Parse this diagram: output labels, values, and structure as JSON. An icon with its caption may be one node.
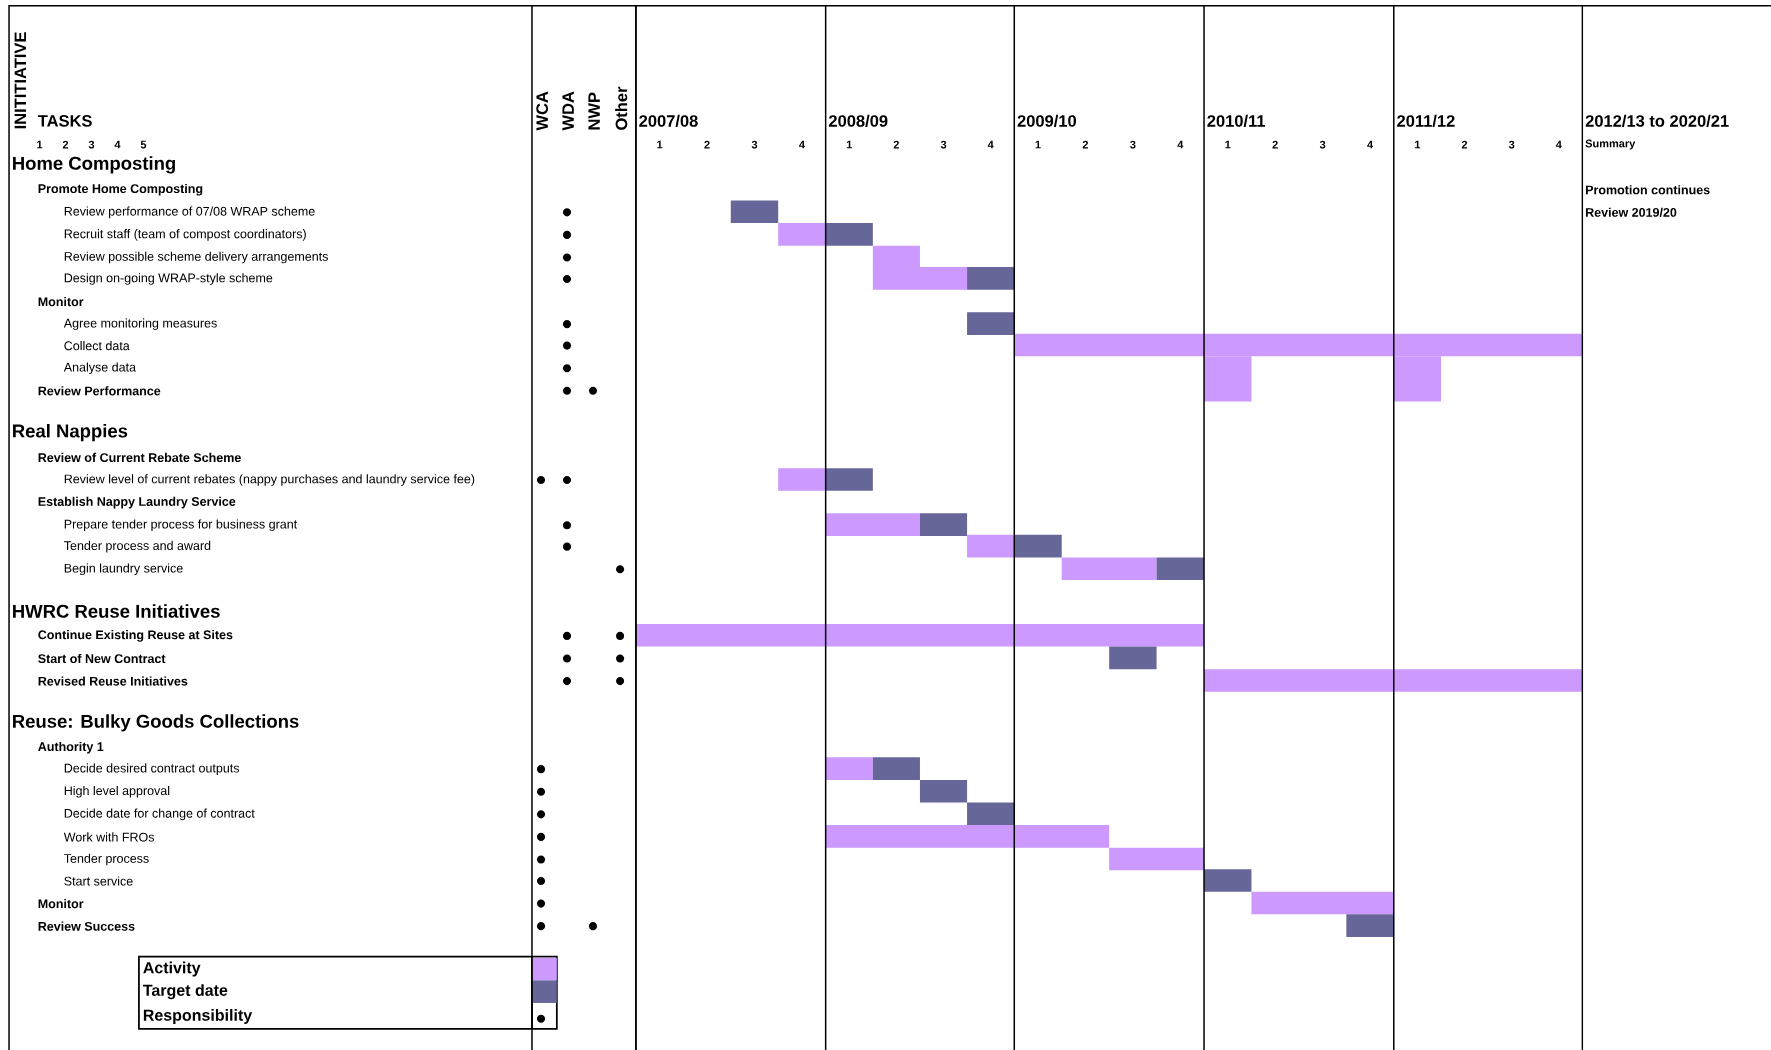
{
  "diagram": {
    "labels": [
      "INITITIATIVE",
      "TASKS",
      "1",
      "2",
      "3",
      "4",
      "5",
      "WCA",
      "WDA",
      "NWP",
      "Other",
      "2007/08",
      "1",
      "2",
      "3",
      "4",
      "2008/09",
      "1",
      "2",
      "3",
      "4",
      "2009/10",
      "1",
      "2",
      "3",
      "4",
      "2010/11",
      "1",
      "2",
      "3",
      "4",
      "2011/12",
      "1",
      "2",
      "3",
      "4",
      "2012/13 to 2020/21",
      "Summary",
      "Home Composting",
      "Promote Home Composting",
      "Promotion continues",
      "Review performance of 07/08 WRAP scheme",
      "Review 2019/20",
      "Recruit staff (team of compost coordinators)",
      "Review possible scheme delivery arrangements",
      "Design on-going WRAP-style scheme",
      "Monitor",
      "Agree monitoring measures",
      "Collect data",
      "Analyse data",
      "Review Performance",
      "Real Nappies",
      "Review of Current Rebate Scheme",
      "Review level of current rebates (nappy purchases and laundry service fee)",
      "Establish Nappy Laundry Service",
      "Prepare tender process for business grant",
      "Tender process and award",
      "Begin laundry service",
      "HWRC Reuse Initiatives",
      "Continue Existing Reuse at Sites",
      "Start of New Contract",
      "Revised Reuse Initiatives",
      "Reuse: Bulky Goods Collections",
      "Authority 1",
      "Decide desired contract outputs",
      "High level approval",
      "Decide date for change of contract",
      "Work with FROs",
      "Tender process",
      "Start service",
      "Monitor",
      "Review Success"
    ],
    "legend": [
      {
        "text": "Activity",
        "color": "#cc99ff"
      },
      {
        "text": "Target date",
        "color": "#666699"
      },
      {
        "text": "Responsibility"
      }
    ]
  }
}
